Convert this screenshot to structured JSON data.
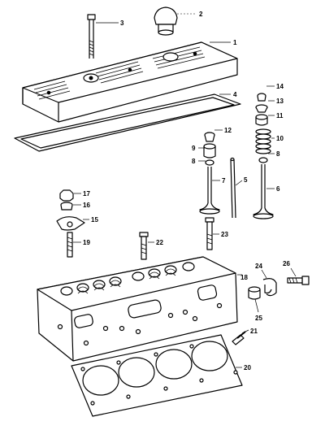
{
  "parts": [
    {
      "id": "part-1",
      "callout": "1",
      "icon": "valve-cover-icon"
    },
    {
      "id": "part-2",
      "callout": "2",
      "icon": "oil-fill-cap-icon"
    },
    {
      "id": "part-3",
      "callout": "3",
      "icon": "bolt-icon"
    },
    {
      "id": "part-4",
      "callout": "4",
      "icon": "cover-gasket-icon"
    },
    {
      "id": "part-5",
      "callout": "5",
      "icon": "pushrod-icon"
    },
    {
      "id": "part-6",
      "callout": "6",
      "icon": "exhaust-valve-icon"
    },
    {
      "id": "part-7",
      "callout": "7",
      "icon": "intake-valve-icon"
    },
    {
      "id": "part-8",
      "callout": "8",
      "icon": "valve-seal-icon"
    },
    {
      "id": "part-9",
      "callout": "9",
      "icon": "valve-seal-icon"
    },
    {
      "id": "part-10",
      "callout": "10",
      "icon": "valve-spring-icon"
    },
    {
      "id": "part-11",
      "callout": "11",
      "icon": "spring-cap-icon"
    },
    {
      "id": "part-12",
      "callout": "12",
      "icon": "valve-cap-icon"
    },
    {
      "id": "part-13",
      "callout": "13",
      "icon": "spring-retainer-icon"
    },
    {
      "id": "part-14",
      "callout": "14",
      "icon": "valve-keys-icon"
    },
    {
      "id": "part-15",
      "callout": "15",
      "icon": "rocker-arm-icon"
    },
    {
      "id": "part-16",
      "callout": "16",
      "icon": "ball-nut-icon"
    },
    {
      "id": "part-17",
      "callout": "17",
      "icon": "rocker-nut-icon"
    },
    {
      "id": "part-18",
      "callout": "18",
      "icon": "cylinder-head-icon"
    },
    {
      "id": "part-19",
      "callout": "19",
      "icon": "rocker-stud-icon"
    },
    {
      "id": "part-20",
      "callout": "20",
      "icon": "head-gasket-icon"
    },
    {
      "id": "part-21",
      "callout": "21",
      "icon": "plug-icon"
    },
    {
      "id": "part-22",
      "callout": "22",
      "icon": "head-bolt-icon"
    },
    {
      "id": "part-23",
      "callout": "23",
      "icon": "head-bolt-icon"
    },
    {
      "id": "part-24",
      "callout": "24",
      "icon": "clamp-icon"
    },
    {
      "id": "part-25",
      "callout": "25",
      "icon": "spacer-icon"
    },
    {
      "id": "part-26",
      "callout": "26",
      "icon": "bolt-icon"
    }
  ]
}
